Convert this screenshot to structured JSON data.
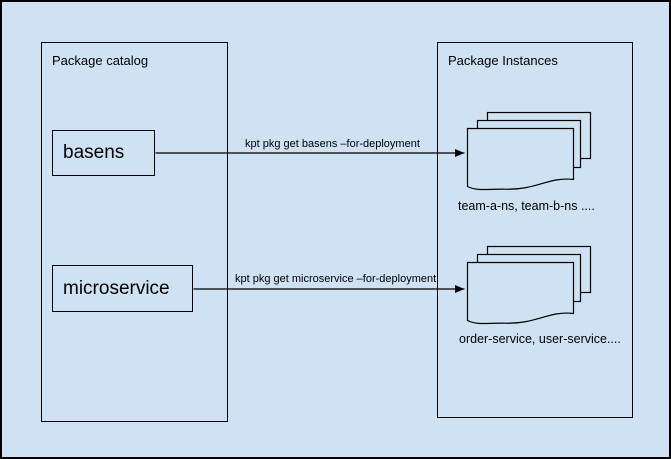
{
  "colors": {
    "background": "#cfe2f3",
    "stroke": "#000000",
    "text": "#000000"
  },
  "catalog": {
    "title": "Package catalog",
    "packages": [
      {
        "label": "basens"
      },
      {
        "label": "microservice"
      }
    ]
  },
  "instances": {
    "title": "Package Instances",
    "stacks": [
      {
        "caption": "team-a-ns, team-b-ns ...."
      },
      {
        "caption": "order-service, user-service...."
      }
    ]
  },
  "arrows": [
    {
      "label": "kpt pkg get basens –for-deployment"
    },
    {
      "label": "kpt pkg get microservice –for-deployment"
    }
  ]
}
